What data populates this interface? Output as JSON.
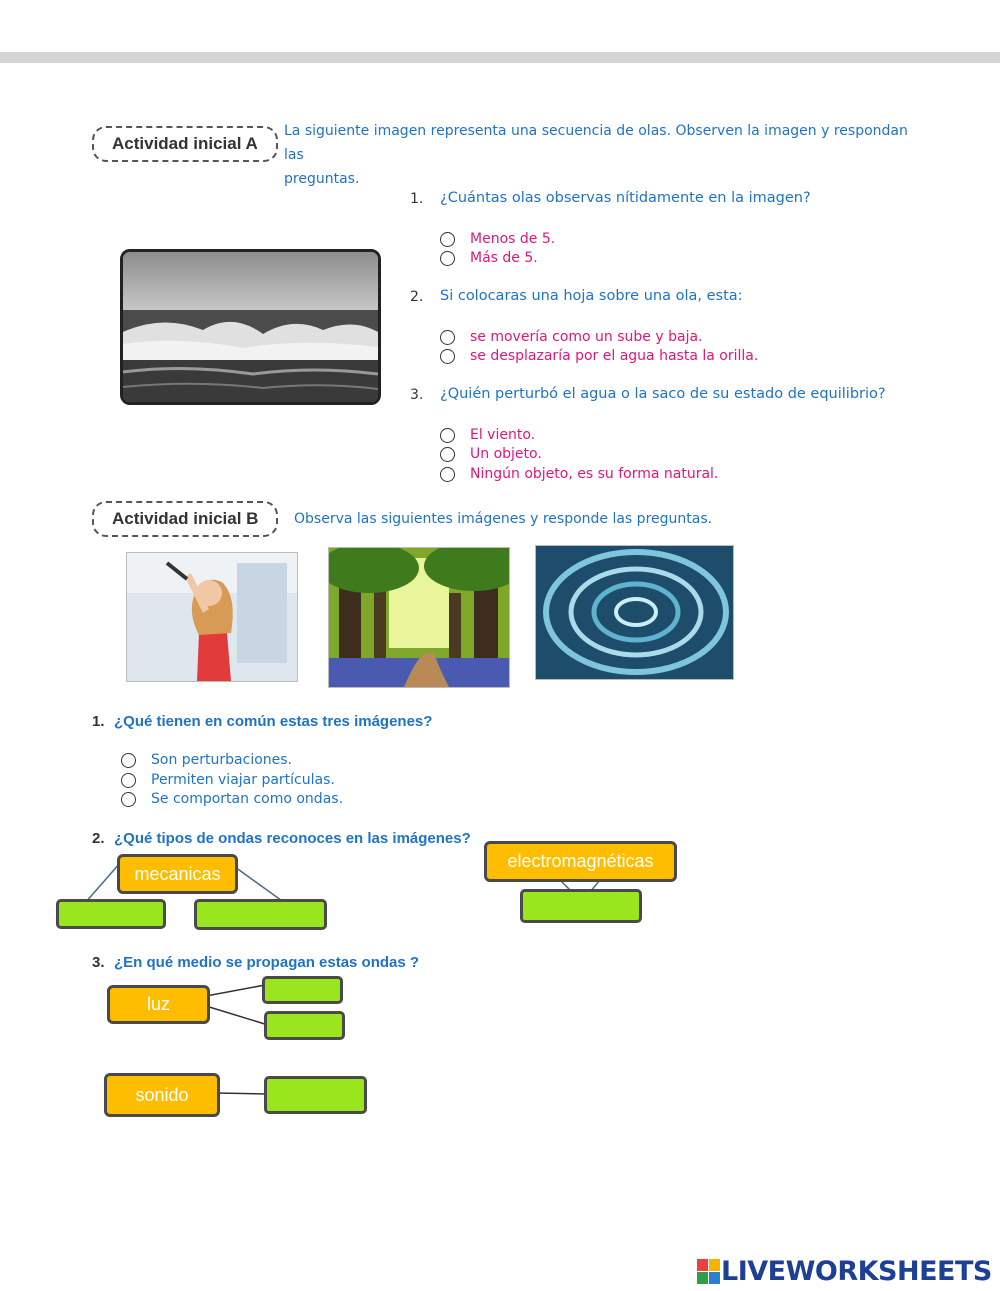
{
  "activity_a": {
    "label": "Actividad inicial A",
    "intro_line1": "La siguiente imagen representa una secuencia de olas. Observen la imagen y respondan las",
    "intro_line2": "preguntas.",
    "questions": [
      {
        "num": "1.",
        "text": "¿Cuántas olas observas nítidamente en la imagen?",
        "options": [
          "Menos de 5.",
          "Más de 5."
        ]
      },
      {
        "num": "2.",
        "text": "Si colocaras una hoja sobre una ola, esta:",
        "options": [
          "se movería como un sube y baja.",
          "se desplazaría por el agua hasta la orilla."
        ]
      },
      {
        "num": "3.",
        "text": "¿Quién perturbó el agua o la saco de su estado de equilibrio?",
        "options": [
          "El viento.",
          "Un objeto.",
          "Ningún objeto, es su forma natural."
        ]
      }
    ]
  },
  "activity_b": {
    "label": "Actividad inicial B",
    "intro": "Observa las siguientes  imágenes y responde las preguntas.",
    "questions": [
      {
        "num": "1.",
        "text": "¿Qué tienen en común estas tres imágenes?",
        "options": [
          "Son perturbaciones.",
          "Permiten viajar partículas.",
          "Se comportan como ondas."
        ]
      },
      {
        "num": "2.",
        "text": "¿Qué tipos de ondas reconoces en las imágenes?"
      },
      {
        "num": "3.",
        "text": "¿En qué medio se propagan estas ondas ?"
      }
    ],
    "tags": {
      "mecanicas": "mecanicas",
      "electromagneticas": "electromagnéticas",
      "luz": "luz",
      "sonido": "sonido"
    }
  },
  "colors": {
    "orange_box": "#ffbd00",
    "green_box": "#9ae61e",
    "question_blue": "#1f73c5",
    "option_pink": "#e0167a"
  },
  "footer": {
    "logo_text": "LIVEWORKSHEETS"
  }
}
